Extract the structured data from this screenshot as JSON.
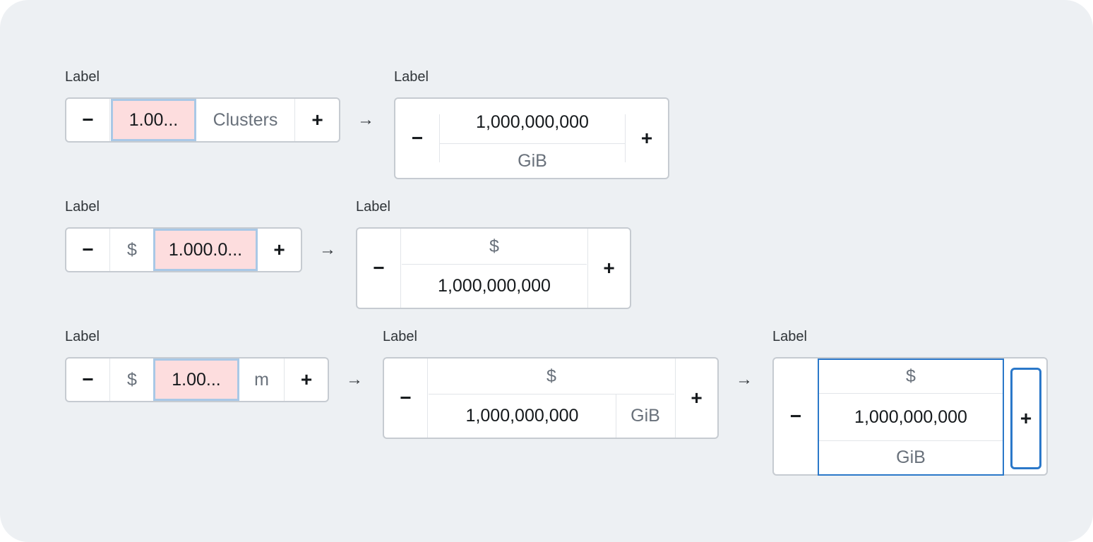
{
  "labels": {
    "r1a": "Label",
    "r1b": "Label",
    "r2a": "Label",
    "r2b": "Label",
    "r3a": "Label",
    "r3b": "Label",
    "r3c": "Label"
  },
  "arrow": "→",
  "buttons": {
    "minus": "−",
    "plus": "+"
  },
  "row1": {
    "compact": {
      "value": "1.00...",
      "unit": "Clusters"
    },
    "expanded": {
      "value": "1,000,000,000",
      "unit": "GiB"
    }
  },
  "row2": {
    "compact": {
      "prefix": "$",
      "value": "1.000.0..."
    },
    "expanded": {
      "prefix": "$",
      "value": "1,000,000,000"
    }
  },
  "row3": {
    "compact": {
      "prefix": "$",
      "value": "1.00...",
      "unit": "m"
    },
    "expanded": {
      "prefix": "$",
      "value": "1,000,000,000",
      "unit": "GiB"
    },
    "stacked": {
      "prefix": "$",
      "value": "1,000,000,000",
      "unit": "GiB"
    }
  },
  "colors": {
    "background": "#edf0f3",
    "border": "#c6cbd1",
    "truncated_fill": "#fdddde",
    "truncated_outline": "#a9c8e6",
    "focus": "#2b78c9"
  }
}
